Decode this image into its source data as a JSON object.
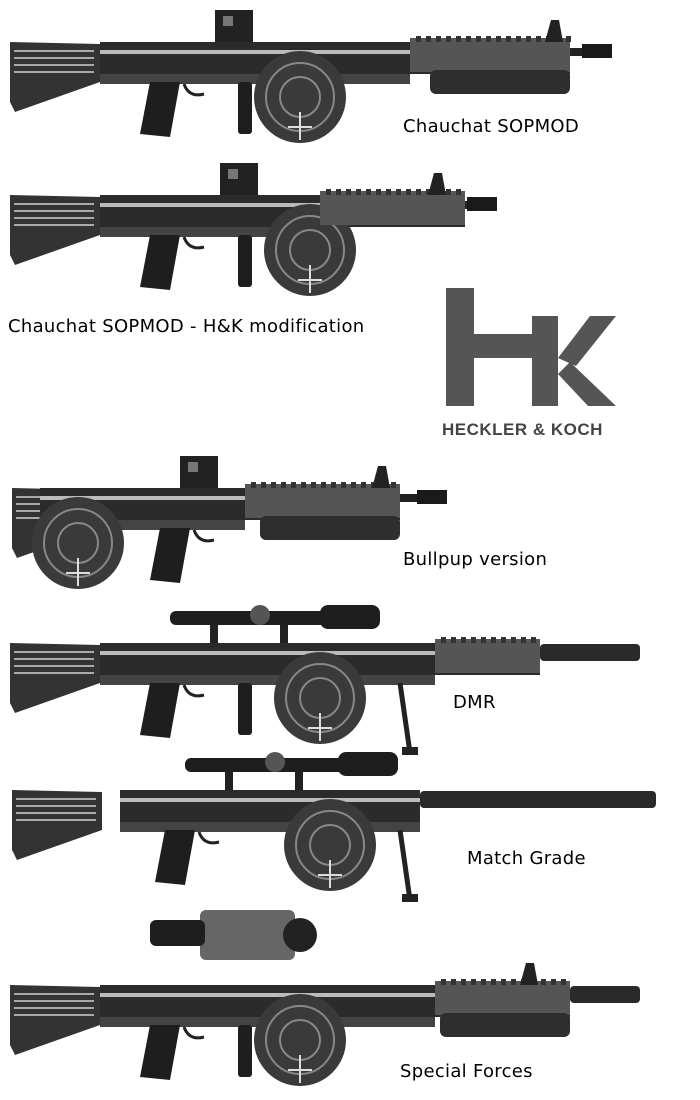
{
  "variants": [
    {
      "label": "Chauchat SOPMOD"
    },
    {
      "label": "Chauchat SOPMOD - H&K modification"
    },
    {
      "label": "Bullpup version"
    },
    {
      "label": "DMR"
    },
    {
      "label": "Match Grade"
    },
    {
      "label": "Special Forces"
    }
  ],
  "logo": {
    "monogram": "HK",
    "text": "HECKLER & KOCH",
    "color": "#555555"
  }
}
